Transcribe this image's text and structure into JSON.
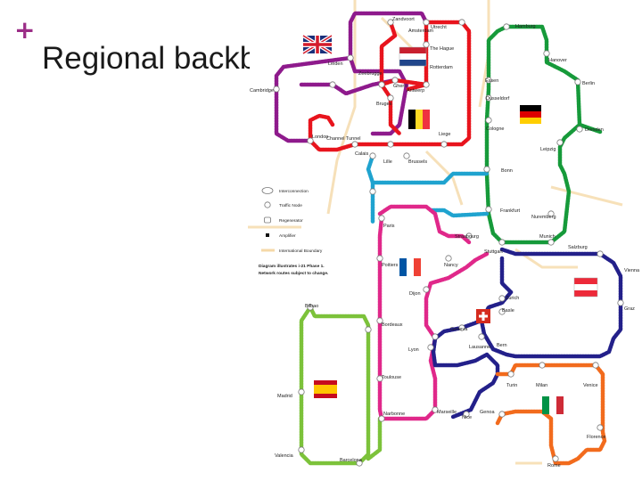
{
  "slide": {
    "bullet_symbol": "+",
    "title": "Regional backbone"
  },
  "map": {
    "colors": {
      "purple": "#8e1a8c",
      "red": "#e8141d",
      "green": "#169a3a",
      "cyan": "#1fa3cf",
      "magenta": "#e0288a",
      "navy": "#23208a",
      "lime": "#7cc23a",
      "orange": "#f26b1d",
      "background_roads": "#f5d9a8"
    },
    "cities": {
      "zandvoort": "Zandvoort",
      "amsterdam": "Amsterdam",
      "utrecht": "Utrecht",
      "the_hague": "The Hague",
      "rotterdam": "Rotterdam",
      "leiden": "Leiden",
      "zeebrugge": "Zeebrugge",
      "cambridge": "Cambridge",
      "ghent": "Ghent",
      "antwerp": "Antwerp",
      "bruges": "Bruges",
      "london": "London",
      "channel_tunnel": "Channel Tunnel",
      "liege": "Liege",
      "calais": "Calais",
      "lille": "Lille",
      "brussels": "Brussels",
      "hamburg": "Hamburg",
      "hanover": "Hanover",
      "berlin": "Berlin",
      "essen": "Essen",
      "dusseldorf": "Dusseldorf",
      "cologne": "Cologne",
      "dresden": "Dresden",
      "leipzig": "Leipzig",
      "bonn": "Bonn",
      "frankfurt": "Frankfurt",
      "nuremberg": "Nuremberg",
      "munich": "Munich",
      "salzburg": "Salzburg",
      "vienna": "Vienna",
      "graz": "Graz",
      "paris": "Paris",
      "strasbourg": "Strasbourg",
      "stuttgart": "Stuttgart",
      "poitiers": "Poitiers",
      "nancy": "Nancy",
      "dijon": "Dijon",
      "zurich": "Zurich",
      "basle": "Basle",
      "bilbao": "Bilbao",
      "bordeaux": "Bordeaux",
      "geneva": "Geneva",
      "lausanne": "Lausanne",
      "bern": "Bern",
      "lyon": "Lyon",
      "madrid": "Madrid",
      "toulouse": "Toulouse",
      "turin": "Turin",
      "milan": "Milan",
      "venice": "Venice",
      "marseille": "Marseille",
      "nice": "Nice",
      "genoa": "Genoa",
      "narbonne": "Narbonne",
      "florence": "Florence",
      "valencia": "Valencia",
      "barcelona": "Barcelona",
      "rome": "Rome"
    },
    "legend": {
      "items": [
        "Interconnection",
        "Traffic Node",
        "Regenerator",
        "Amplifier",
        "International Boundary"
      ],
      "note_line1": "Diagram illustrates i-21 Phase 1.",
      "note_line2": "Network routes subject to change."
    }
  }
}
